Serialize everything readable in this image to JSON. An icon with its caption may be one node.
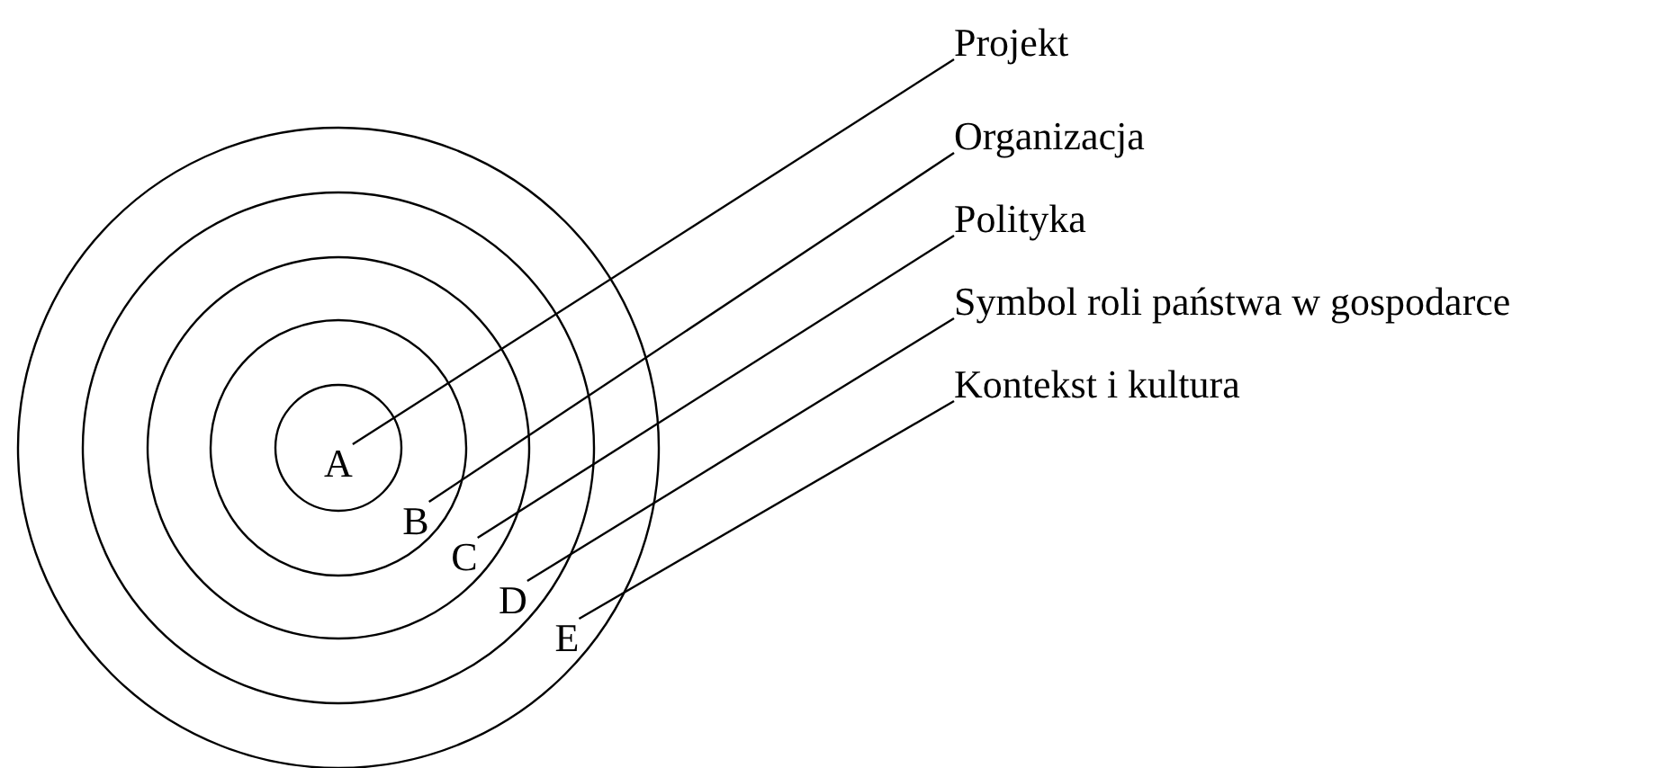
{
  "diagram": {
    "nodes": [
      {
        "text": [
          "Projekt"
        ]
      },
      {
        "text": [
          "Organizacja"
        ]
      },
      {
        "text": [
          "Polityka"
        ]
      },
      {
        "text": [
          "Symbol roli państwa w gospodarce"
        ]
      },
      {
        "text": [
          "Kontekst i kultura"
        ]
      },
      {
        "text": [
          "A"
        ]
      },
      {
        "text": [
          "B"
        ]
      },
      {
        "text": [
          "C"
        ]
      },
      {
        "text": [
          "D"
        ]
      },
      {
        "text": [
          "E"
        ]
      }
    ],
    "edges": [
      {
        "from": 0,
        "to": 5,
        "arrow": "none"
      },
      {
        "from": 1,
        "to": 6,
        "arrow": "none"
      },
      {
        "from": 2,
        "to": 7,
        "arrow": "none"
      },
      {
        "from": 3,
        "to": 8,
        "arrow": "none"
      },
      {
        "from": 4,
        "to": 9,
        "arrow": "none"
      }
    ]
  }
}
